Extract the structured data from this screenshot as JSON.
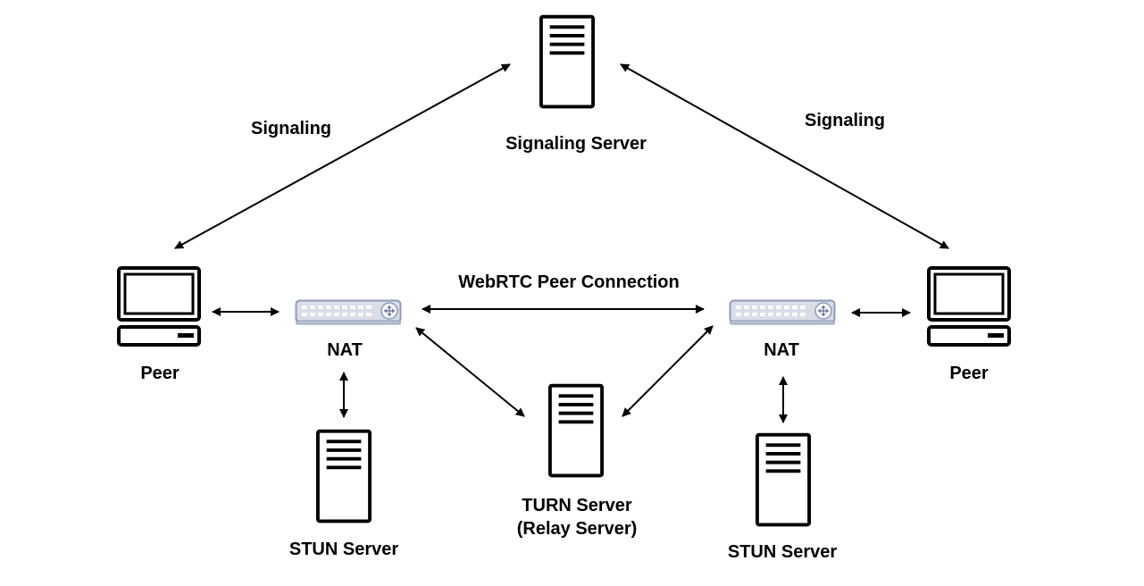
{
  "colors": {
    "ink": "#000000",
    "background": "#ffffff",
    "nat_body": "#d9dde8",
    "nat_outline": "#8f9bb7",
    "nat_dots": "#ffffff"
  },
  "icons": {
    "signaling_server": "server-icon",
    "turn_server": "server-icon",
    "stun_server": "server-icon",
    "peer": "computer-icon",
    "nat": "router-icon"
  },
  "labels": {
    "signaling_server": "Signaling Server",
    "signaling_left": "Signaling",
    "signaling_right": "Signaling",
    "peer_left": "Peer",
    "peer_right": "Peer",
    "nat_left": "NAT",
    "nat_right": "NAT",
    "webrtc_connection": "WebRTC Peer Connection",
    "turn_server_line1": "TURN Server",
    "turn_server_line2": "(Relay Server)",
    "stun_server_left": "STUN Server",
    "stun_server_right": "STUN Server"
  }
}
